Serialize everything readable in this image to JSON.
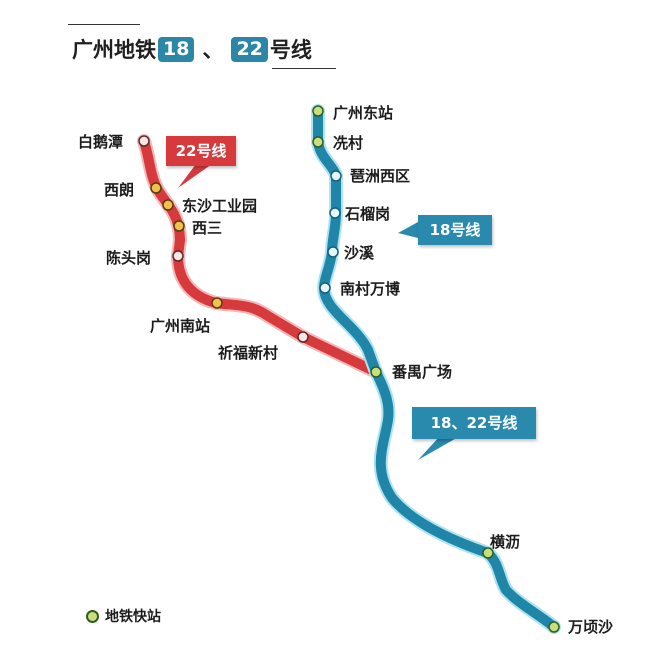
{
  "title": {
    "prefix": "广州地铁",
    "line_a": "18",
    "separator": "、",
    "line_b": "22",
    "suffix": "号线"
  },
  "colors": {
    "line_22": "#d73a3c",
    "line_18": "#1f86a8",
    "callout_blue": "#2a8aad",
    "express_station_fill": "#c9e07a",
    "station_22_express_fill": "#f2c14a",
    "regular_station_fill": "#ffffff"
  },
  "callouts": {
    "line_22": "22号线",
    "line_18": "18号线",
    "shared": "18、22号线"
  },
  "lines": {
    "line_22": {
      "name": "22号线",
      "stations": [
        "白鹅潭",
        "西朗",
        "东沙工业园",
        "西三",
        "陈头岗",
        "广州南站",
        "祈福新村",
        "番禺广场"
      ]
    },
    "line_18": {
      "name": "18号线",
      "stations": [
        "广州东站",
        "冼村",
        "琶洲西区",
        "石榴岗",
        "沙溪",
        "南村万博",
        "番禺广场",
        "横沥",
        "万顷沙"
      ]
    }
  },
  "stations": {
    "baietan": "白鹅潭",
    "xilang": "西朗",
    "dongsha": "东沙工业园",
    "xisan": "西三",
    "chentougang": "陈头岗",
    "guangzhounan": "广州南站",
    "qifu": "祈福新村",
    "guangzhoudong": "广州东站",
    "xiancun": "冼村",
    "pazhouxiqu": "琶洲西区",
    "shiliugang": "石榴岗",
    "shaxi": "沙溪",
    "nancun": "南村万博",
    "panyu": "番禺广场",
    "hengli": "横沥",
    "wanqingsha": "万顷沙"
  },
  "legend": {
    "express_station": "地铁快站"
  }
}
